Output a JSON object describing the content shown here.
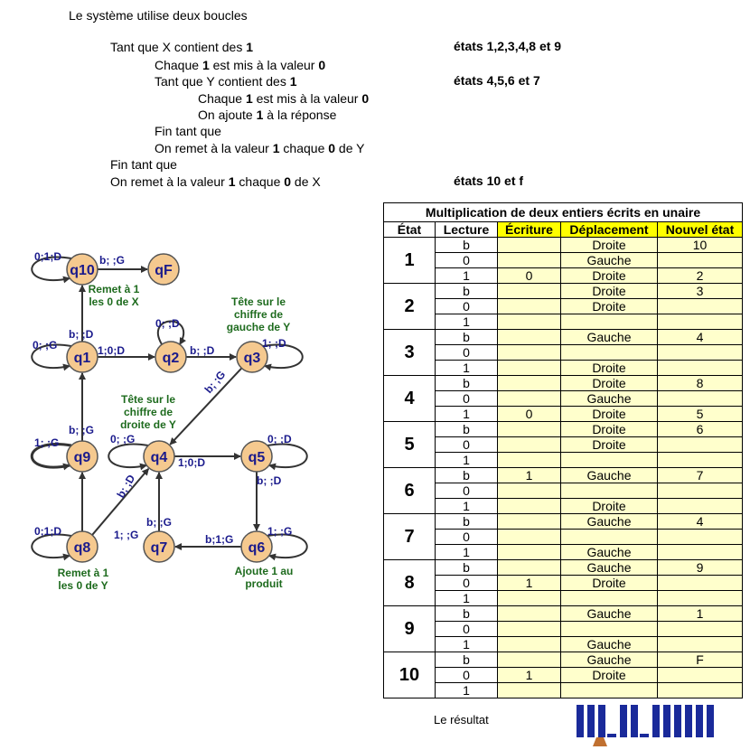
{
  "algorithm": {
    "intro": "Le système utilise deux boucles",
    "lines": [
      [
        {
          "t": "Tant que X contient des "
        },
        {
          "t": "1",
          "b": true
        }
      ],
      [
        {
          "t": "Chaque "
        },
        {
          "t": "1",
          "b": true
        },
        {
          "t": " est mis à la valeur "
        },
        {
          "t": "0",
          "b": true
        }
      ],
      [
        {
          "t": "Tant que Y contient des "
        },
        {
          "t": "1",
          "b": true
        }
      ],
      [
        {
          "t": "Chaque "
        },
        {
          "t": "1",
          "b": true
        },
        {
          "t": " est mis à la valeur "
        },
        {
          "t": "0",
          "b": true
        }
      ],
      [
        {
          "t": "On ajoute "
        },
        {
          "t": "1",
          "b": true
        },
        {
          "t": " à la réponse"
        }
      ],
      [
        {
          "t": "Fin tant que"
        }
      ],
      [
        {
          "t": "On remet à la valeur "
        },
        {
          "t": "1",
          "b": true
        },
        {
          "t": " chaque "
        },
        {
          "t": "0",
          "b": true
        },
        {
          "t": " de Y"
        }
      ],
      [
        {
          "t": "Fin tant que"
        }
      ],
      [
        {
          "t": "On remet à la valeur "
        },
        {
          "t": "1",
          "b": true
        },
        {
          "t": " chaque "
        },
        {
          "t": "0",
          "b": true
        },
        {
          "t": " de X"
        }
      ]
    ],
    "notes": [
      "états 1,2,3,4,8 et 9",
      "états 4,5,6 et 7",
      "états 10 et f"
    ]
  },
  "diagram": {
    "states": [
      "q10",
      "qF",
      "q1",
      "q2",
      "q3",
      "q9",
      "q4",
      "q5",
      "q8",
      "q7",
      "q6"
    ],
    "transitions": [
      "0;1;D",
      "b; ;G",
      "b; ;D",
      "0; ;G",
      "1;0;D",
      "0; ;D",
      "b; ;D",
      "1; ;D",
      "b; ;G",
      "b; ;G",
      "1; ;G",
      "0; ;G",
      "1;0;D",
      "0; ;D",
      "b; ;D",
      "b; ;D",
      "0;1;D",
      "b; ;G",
      "1; ;G",
      "b;1;G",
      "1; ;G"
    ],
    "annotations": {
      "remet_x": [
        "Remet à 1",
        "les 0 de X"
      ],
      "tete_gauche": [
        "Tête sur le",
        "chiffre de",
        "gauche de Y"
      ],
      "tete_droite": [
        "Tête sur le",
        "chiffre de",
        "droite de Y"
      ],
      "remet_y": [
        "Remet à 1",
        "les 0 de Y"
      ],
      "ajoute": [
        "Ajoute 1 au",
        "produit"
      ]
    },
    "colors": {
      "node_fill": "#f5c98f",
      "node_label": "#1a1a8c",
      "edge_label": "#1a1a8c",
      "annotation": "#1e6b1e"
    }
  },
  "table": {
    "title": "Multiplication de deux entiers écrits en unaire",
    "headers": [
      "État",
      "Lecture",
      "Écriture",
      "Déplacement",
      "Nouvel état"
    ],
    "groups": [
      {
        "state": "1",
        "rows": [
          [
            "b",
            "",
            "Droite",
            "10"
          ],
          [
            "0",
            "",
            "Gauche",
            ""
          ],
          [
            "1",
            "0",
            "Droite",
            "2"
          ]
        ]
      },
      {
        "state": "2",
        "rows": [
          [
            "b",
            "",
            "Droite",
            "3"
          ],
          [
            "0",
            "",
            "Droite",
            ""
          ],
          [
            "1",
            "",
            "",
            ""
          ]
        ]
      },
      {
        "state": "3",
        "rows": [
          [
            "b",
            "",
            "Gauche",
            "4"
          ],
          [
            "0",
            "",
            "",
            ""
          ],
          [
            "1",
            "",
            "Droite",
            ""
          ]
        ]
      },
      {
        "state": "4",
        "rows": [
          [
            "b",
            "",
            "Droite",
            "8"
          ],
          [
            "0",
            "",
            "Gauche",
            ""
          ],
          [
            "1",
            "0",
            "Droite",
            "5"
          ]
        ]
      },
      {
        "state": "5",
        "rows": [
          [
            "b",
            "",
            "Droite",
            "6"
          ],
          [
            "0",
            "",
            "Droite",
            ""
          ],
          [
            "1",
            "",
            "",
            ""
          ]
        ]
      },
      {
        "state": "6",
        "rows": [
          [
            "b",
            "1",
            "Gauche",
            "7"
          ],
          [
            "0",
            "",
            "",
            ""
          ],
          [
            "1",
            "",
            "Droite",
            ""
          ]
        ]
      },
      {
        "state": "7",
        "rows": [
          [
            "b",
            "",
            "Gauche",
            "4"
          ],
          [
            "0",
            "",
            "",
            ""
          ],
          [
            "1",
            "",
            "Gauche",
            ""
          ]
        ]
      },
      {
        "state": "8",
        "rows": [
          [
            "b",
            "",
            "Gauche",
            "9"
          ],
          [
            "0",
            "1",
            "Droite",
            ""
          ],
          [
            "1",
            "",
            "",
            ""
          ]
        ]
      },
      {
        "state": "9",
        "rows": [
          [
            "b",
            "",
            "Gauche",
            "1"
          ],
          [
            "0",
            "",
            "",
            ""
          ],
          [
            "1",
            "",
            "Gauche",
            ""
          ]
        ]
      },
      {
        "state": "10",
        "rows": [
          [
            "b",
            "",
            "Gauche",
            "F"
          ],
          [
            "0",
            "1",
            "Droite",
            ""
          ],
          [
            "1",
            "",
            "",
            ""
          ]
        ]
      }
    ]
  },
  "result": {
    "label": "Le résultat",
    "groups": [
      3,
      2,
      6
    ],
    "bar_color": "#1a2a9a",
    "pointer_color": "#c07030"
  }
}
